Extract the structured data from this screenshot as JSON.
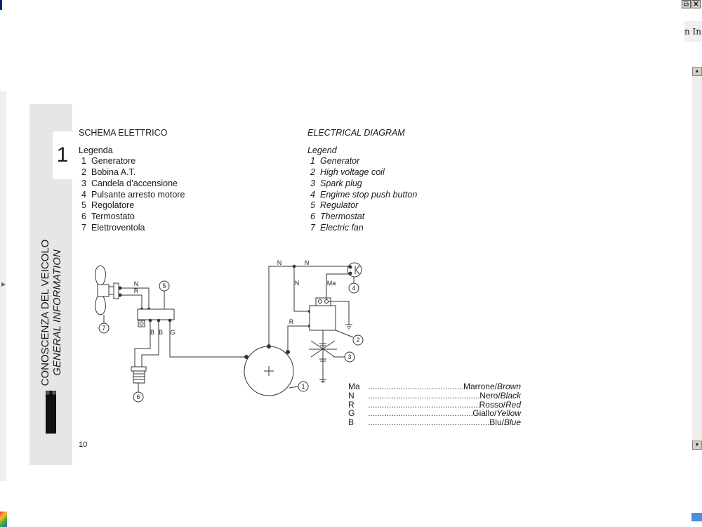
{
  "window": {
    "restore_icon": "restore-icon",
    "close_icon": "close-icon",
    "toolbar_fragment": "n In"
  },
  "sidebar": {
    "chapter": "1",
    "title_it": "CONOSCENZA DEL VEICOLO",
    "title_en": "GENERAL INFORMATION"
  },
  "italian": {
    "title": "SCHEMA ELETTRICO",
    "legend": "Legenda",
    "items": [
      {
        "n": "1",
        "label": "Generatore"
      },
      {
        "n": "2",
        "label": "Bobina A.T."
      },
      {
        "n": "3",
        "label": "Candela d’accensione"
      },
      {
        "n": "4",
        "label": "Pulsante arresto motore"
      },
      {
        "n": "5",
        "label": "Regolatore"
      },
      {
        "n": "6",
        "label": "Termostato"
      },
      {
        "n": "7",
        "label": "Elettroventola"
      }
    ]
  },
  "english": {
    "title": "ELECTRICAL DIAGRAM",
    "legend": "Legend",
    "items": [
      {
        "n": "1",
        "label": "Generator"
      },
      {
        "n": "2",
        "label": "High voltage coil"
      },
      {
        "n": "3",
        "label": "Spark plug"
      },
      {
        "n": "4",
        "label": "Engime stop push button"
      },
      {
        "n": "5",
        "label": "Regulator"
      },
      {
        "n": "6",
        "label": "Thermostat"
      },
      {
        "n": "7",
        "label": "Electric fan"
      }
    ]
  },
  "diagram": {
    "wire_labels": {
      "n1": "N",
      "r1": "R",
      "n2": "N",
      "n3": "N",
      "n4": "N",
      "ma": "Ma",
      "r2": "R",
      "b1": "B",
      "b2": "B",
      "g": "G"
    },
    "callouts": [
      "1",
      "2",
      "3",
      "4",
      "5",
      "6",
      "7"
    ]
  },
  "color_key": [
    {
      "code": "Ma",
      "it": "Marrone",
      "en": "Brown"
    },
    {
      "code": "N",
      "it": "Nero",
      "en": "Black"
    },
    {
      "code": "R",
      "it": "Rosso",
      "en": "Red"
    },
    {
      "code": "G",
      "it": "Giallo",
      "en": "Yellow"
    },
    {
      "code": "B",
      "it": "Blu",
      "en": "Blue"
    }
  ],
  "page_number": "10"
}
